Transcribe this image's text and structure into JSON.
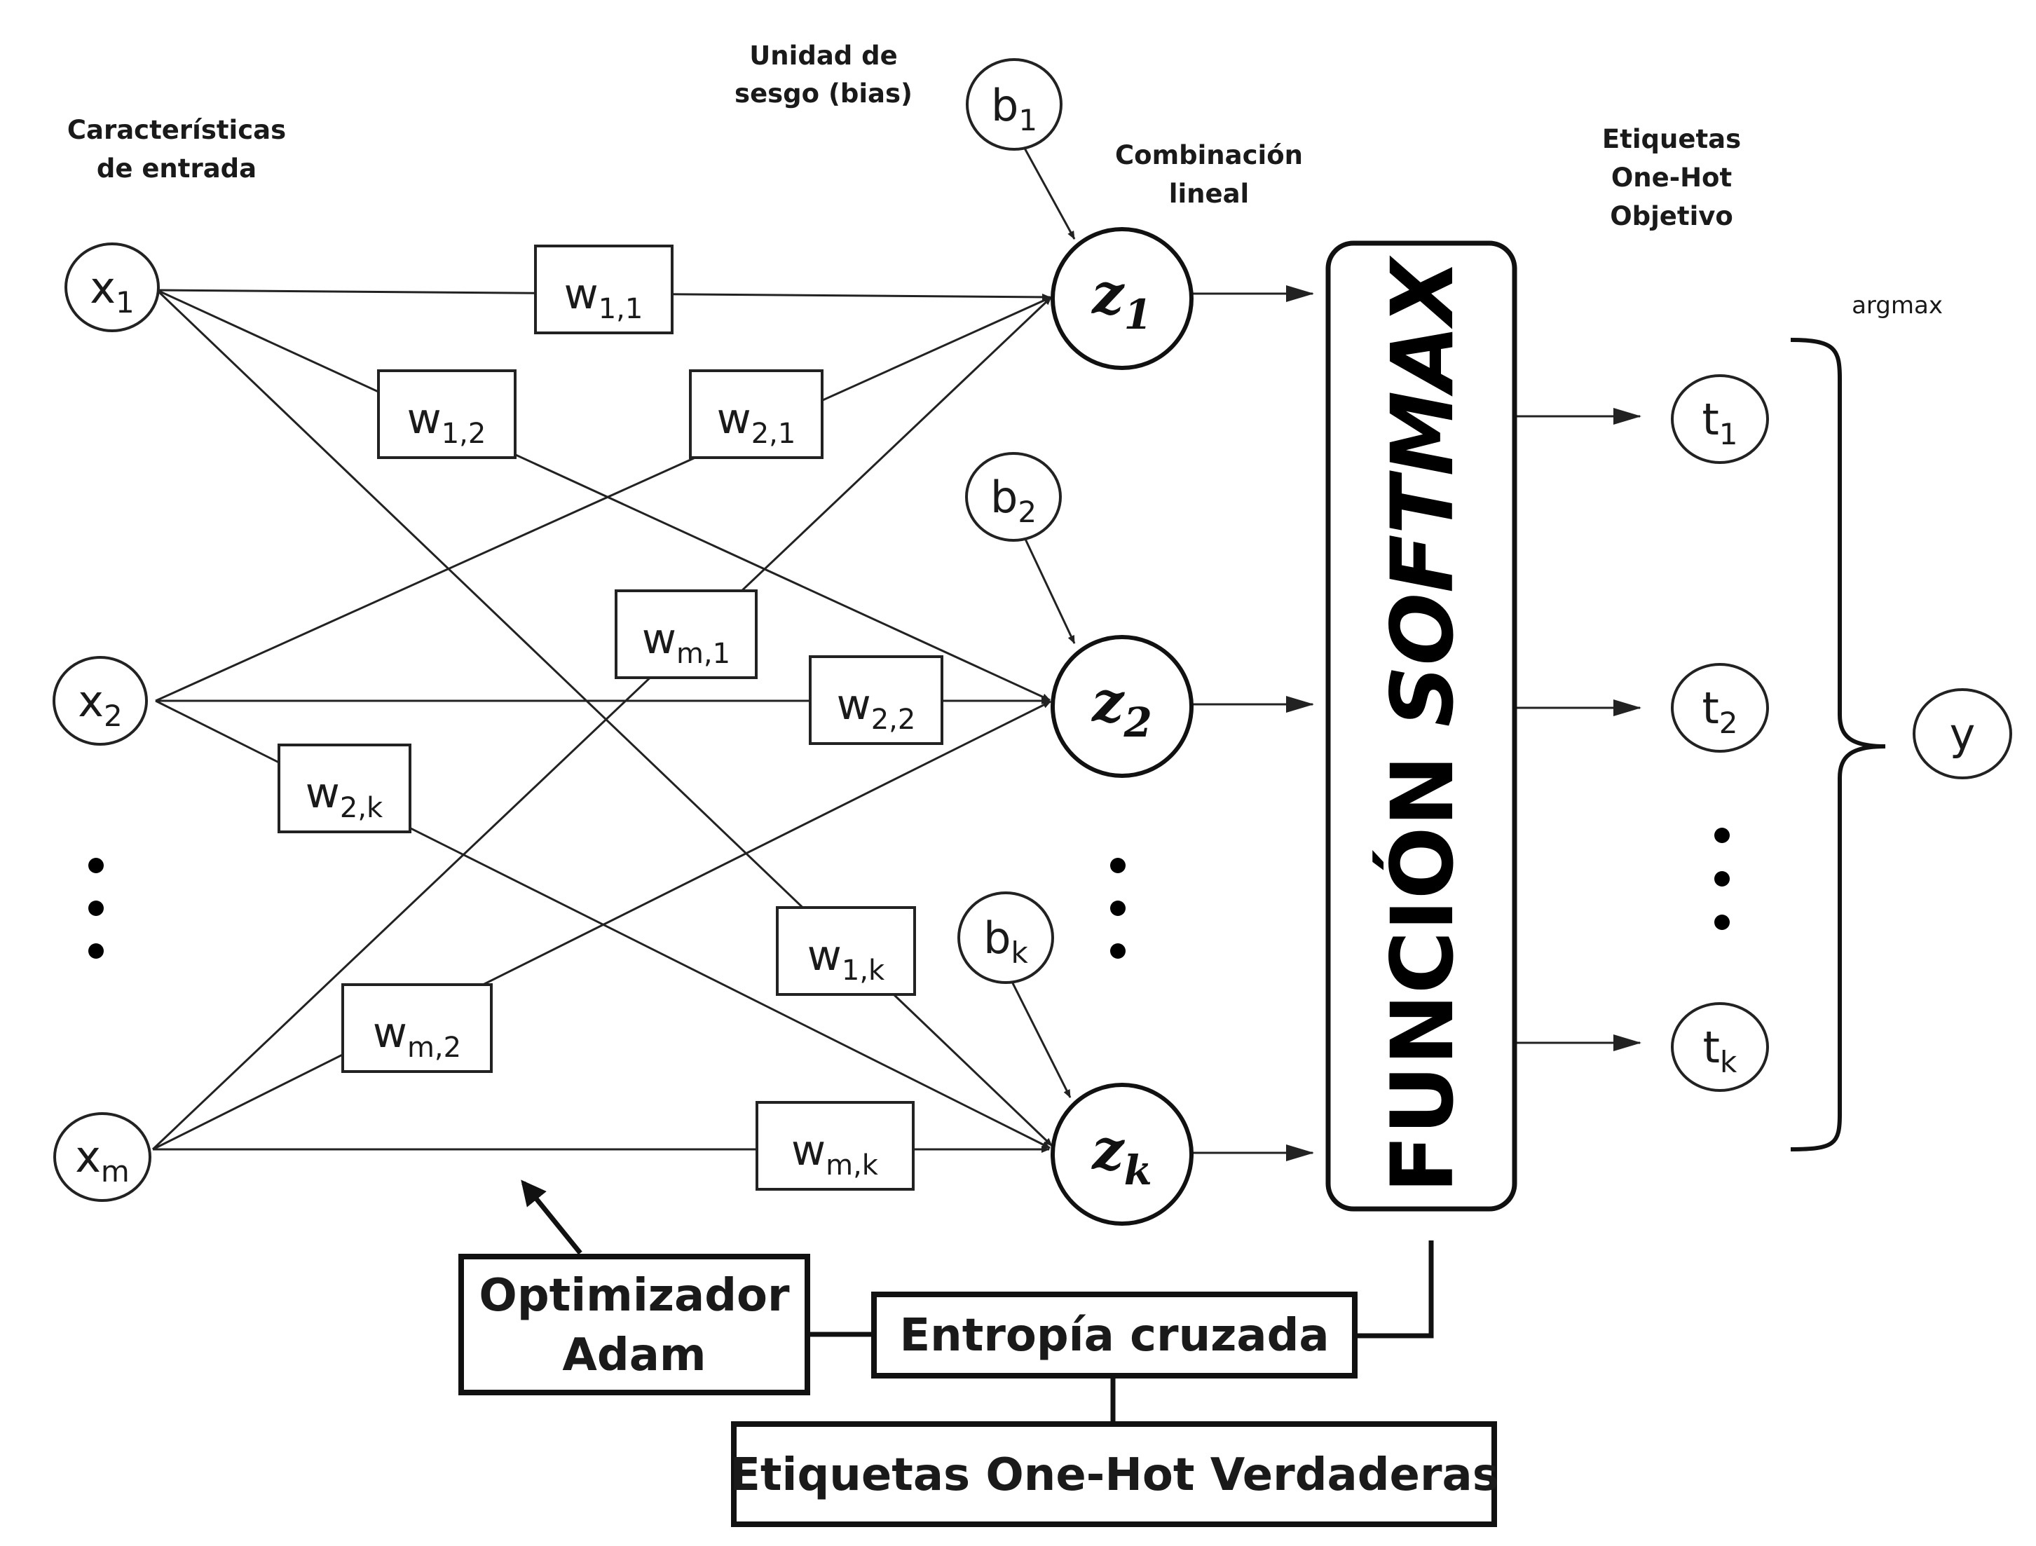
{
  "labels": {
    "input_features": [
      "Características",
      "de entrada"
    ],
    "bias_unit": [
      "Unidad de",
      "sesgo (bias)"
    ],
    "linear_combination": [
      "Combinación",
      "lineal"
    ],
    "target_labels": [
      "Etiquetas",
      "One-Hot",
      "Objetivo"
    ],
    "argmax": "argmax"
  },
  "inputs": [
    {
      "base": "x",
      "sub": "1"
    },
    {
      "base": "x",
      "sub": "2"
    },
    {
      "base": "x",
      "sub": "m"
    }
  ],
  "biases": [
    {
      "base": "b",
      "sub": "1"
    },
    {
      "base": "b",
      "sub": "2"
    },
    {
      "base": "b",
      "sub": "k"
    }
  ],
  "weights": [
    {
      "base": "w",
      "sub": "1,1"
    },
    {
      "base": "w",
      "sub": "1,2"
    },
    {
      "base": "w",
      "sub": "2,1"
    },
    {
      "base": "w",
      "sub": "m,1"
    },
    {
      "base": "w",
      "sub": "2,2"
    },
    {
      "base": "w",
      "sub": "2,k"
    },
    {
      "base": "w",
      "sub": "1,k"
    },
    {
      "base": "w",
      "sub": "m,2"
    },
    {
      "base": "w",
      "sub": "m,k"
    }
  ],
  "z_nodes": [
    {
      "base": "z",
      "sub": "1"
    },
    {
      "base": "z",
      "sub": "2"
    },
    {
      "base": "z",
      "sub": "k"
    }
  ],
  "outputs": [
    {
      "base": "t",
      "sub": "1"
    },
    {
      "base": "t",
      "sub": "2"
    },
    {
      "base": "t",
      "sub": "k"
    }
  ],
  "result": "y",
  "softmax": {
    "prefix": "FUNCIÓN",
    "name": "SOFTMAX"
  },
  "boxes": {
    "optimizer": [
      "Optimizador",
      "Adam"
    ],
    "cross_entropy": "Entropía cruzada",
    "true_labels": "Etiquetas One-Hot Verdaderas"
  }
}
